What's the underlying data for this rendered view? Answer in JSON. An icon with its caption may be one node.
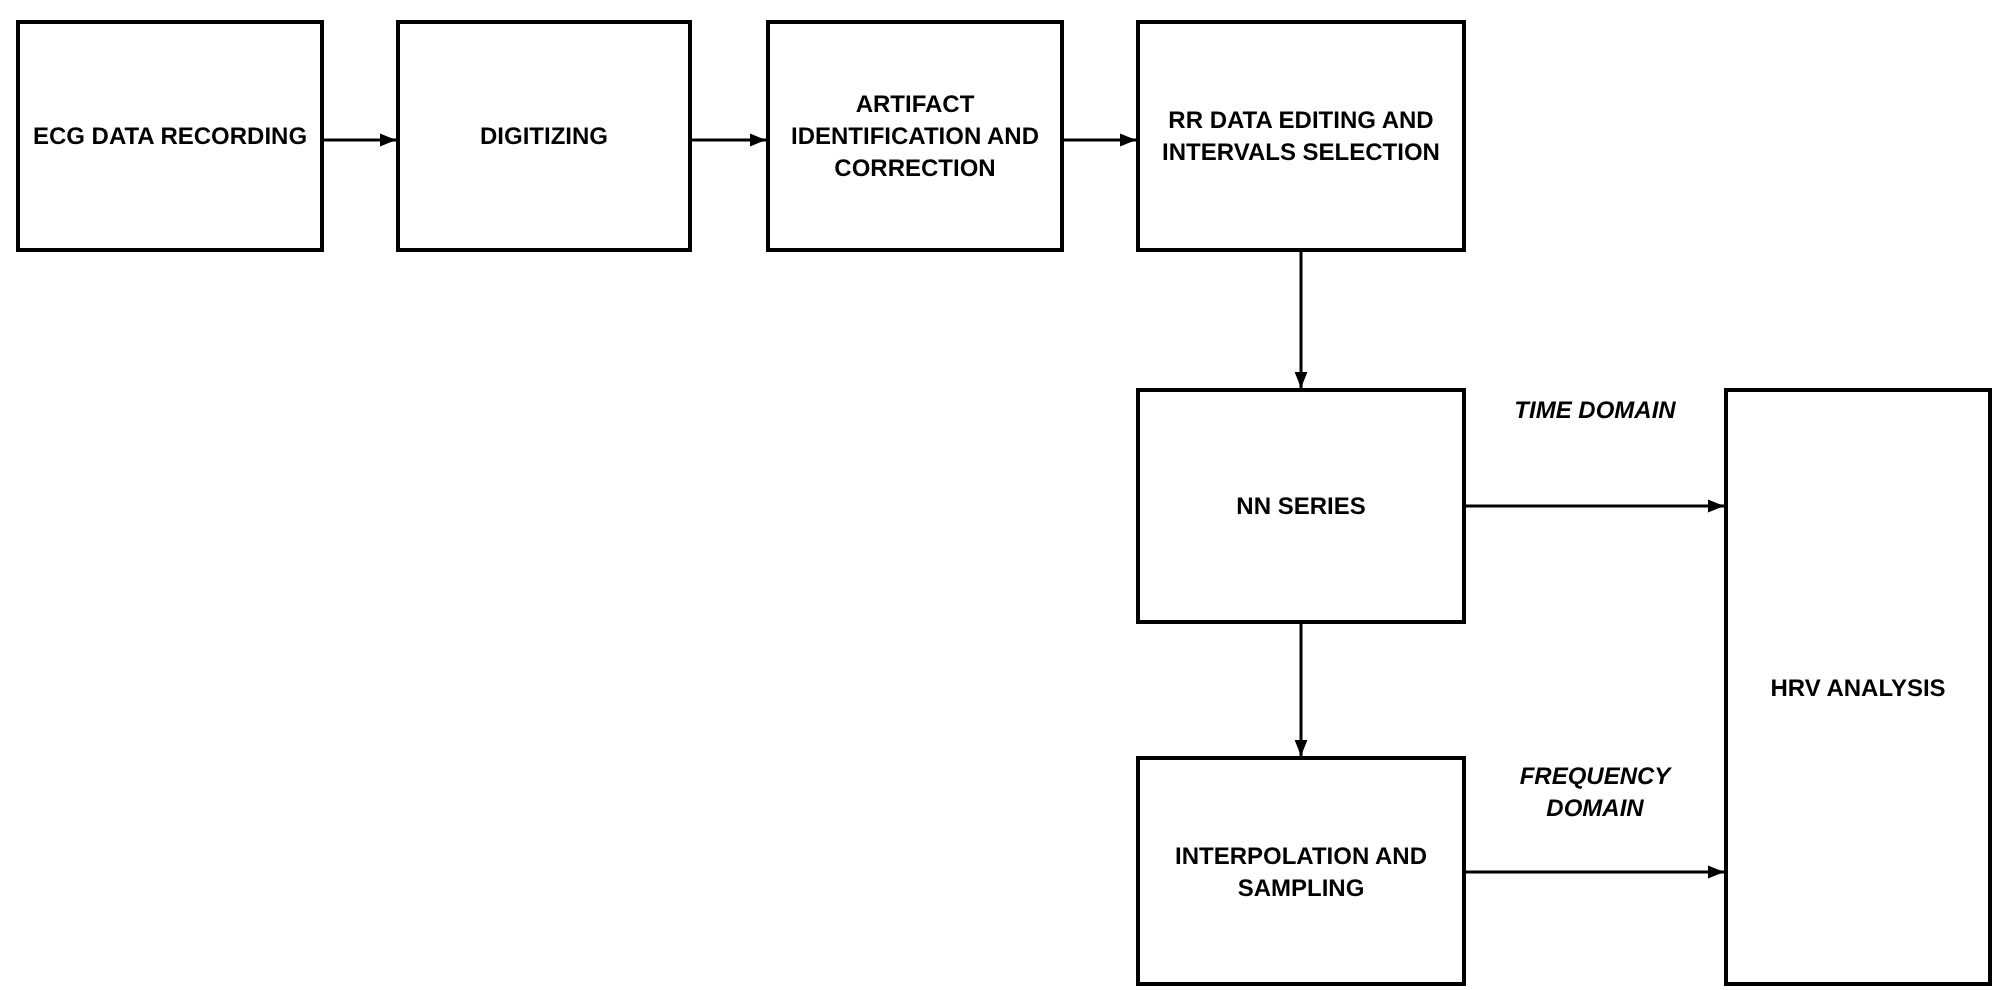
{
  "diagram": {
    "nodes": [
      {
        "text": [
          "ECG DATA RECORDING"
        ]
      },
      {
        "text": [
          "DIGITIZING"
        ]
      },
      {
        "text": [
          "ARTIFACT IDENTIFICATION AND CORRECTION"
        ]
      },
      {
        "text": [
          "RR DATA EDITING AND INTERVALS SELECTION"
        ]
      },
      {
        "text": [
          "NN SERIES"
        ]
      },
      {
        "text": [
          "INTERPOLATION AND SAMPLING"
        ]
      },
      {
        "text": [
          "HRV ANALYSIS"
        ]
      }
    ],
    "edges": [
      {
        "from": 0,
        "to": 1,
        "arrow": "to"
      },
      {
        "from": 1,
        "to": 2,
        "arrow": "to"
      },
      {
        "from": 2,
        "to": 3,
        "arrow": "to"
      },
      {
        "from": 3,
        "to": 4,
        "arrow": "to"
      },
      {
        "from": 4,
        "to": 6,
        "arrow": "to",
        "label": "TIME DOMAIN"
      },
      {
        "from": 4,
        "to": 5,
        "arrow": "to"
      },
      {
        "from": 5,
        "to": 6,
        "arrow": "to",
        "label": "FREQUENCY DOMAIN"
      }
    ]
  }
}
